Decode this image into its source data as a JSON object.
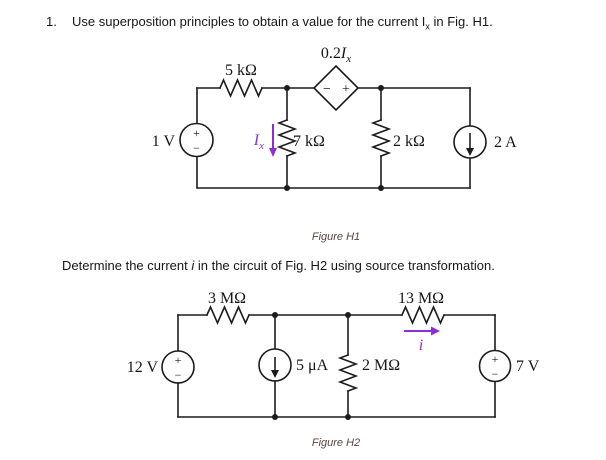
{
  "signs": {
    "plus": "+",
    "minus": "−"
  },
  "problem1": {
    "number": "1.",
    "text_before": "Use superposition principles to obtain a value for the current I",
    "subscript": "x",
    "text_after": " in Fig. H1."
  },
  "figure1": {
    "caption": "Figure H1",
    "labels": {
      "resistor_top": "5 kΩ",
      "dep_coeff": "0.2",
      "dep_var": "I",
      "dep_sub": "x",
      "voltage_source": "1 V",
      "ix_var": "I",
      "ix_sub": "x",
      "resistor_mid": "7 kΩ",
      "resistor_right": "2 kΩ",
      "current_source": "2 A"
    }
  },
  "problem2": {
    "text_before": "Determine the current ",
    "italic_var": "i",
    "text_after": " in the circuit of Fig. H2 using source transformation."
  },
  "figure2": {
    "caption": "Figure H2",
    "labels": {
      "resistor_top_left": "3 MΩ",
      "resistor_top_right": "13 MΩ",
      "voltage_source_left": "12 V",
      "current_source": "5 μA",
      "resistor_mid": "2 MΩ",
      "current_var": "i",
      "voltage_source_right": "7 V"
    }
  },
  "colors": {
    "accent_purple": "#8b2fd6",
    "caption_text": "#59453e",
    "wire": "#1c1c1c",
    "background": "#ffffff"
  }
}
